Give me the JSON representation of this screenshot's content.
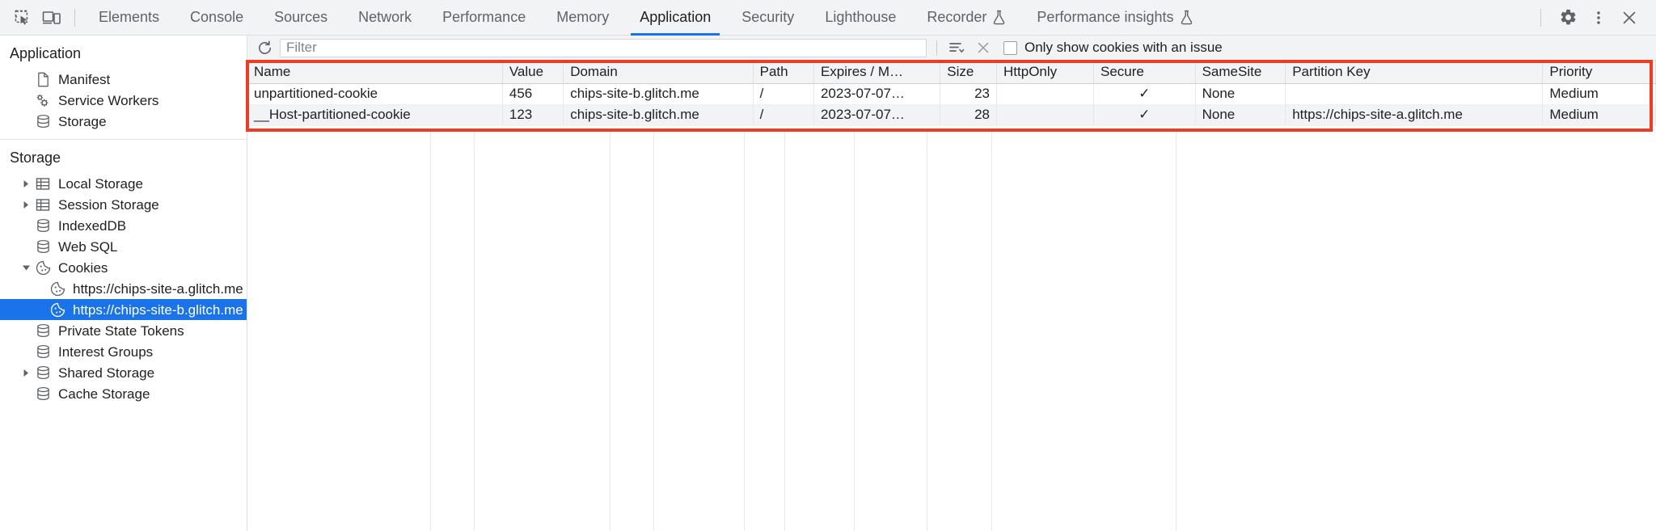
{
  "tabbar": {
    "inspect_icon": "inspect-element-icon",
    "device_icon": "device-toolbar-icon",
    "tabs": [
      {
        "label": "Elements",
        "active": false,
        "experimental": false
      },
      {
        "label": "Console",
        "active": false,
        "experimental": false
      },
      {
        "label": "Sources",
        "active": false,
        "experimental": false
      },
      {
        "label": "Network",
        "active": false,
        "experimental": false
      },
      {
        "label": "Performance",
        "active": false,
        "experimental": false
      },
      {
        "label": "Memory",
        "active": false,
        "experimental": false
      },
      {
        "label": "Application",
        "active": true,
        "experimental": false
      },
      {
        "label": "Security",
        "active": false,
        "experimental": false
      },
      {
        "label": "Lighthouse",
        "active": false,
        "experimental": false
      },
      {
        "label": "Recorder",
        "active": false,
        "experimental": true
      },
      {
        "label": "Performance insights",
        "active": false,
        "experimental": true
      }
    ],
    "settings_icon": "gear-icon",
    "more_icon": "more-options-icon",
    "close_icon": "close-icon",
    "active_underline_color": "#1a73e8"
  },
  "sidebar": {
    "application": {
      "title": "Application",
      "items": [
        {
          "label": "Manifest",
          "icon": "document-icon"
        },
        {
          "label": "Service Workers",
          "icon": "gears-icon"
        },
        {
          "label": "Storage",
          "icon": "database-icon"
        }
      ]
    },
    "storage": {
      "title": "Storage",
      "items": [
        {
          "label": "Local Storage",
          "icon": "table-icon",
          "twisty": "collapsed",
          "indent": 1,
          "selected": false
        },
        {
          "label": "Session Storage",
          "icon": "table-icon",
          "twisty": "collapsed",
          "indent": 1,
          "selected": false
        },
        {
          "label": "IndexedDB",
          "icon": "database-icon",
          "twisty": "none",
          "indent": 1,
          "selected": false
        },
        {
          "label": "Web SQL",
          "icon": "database-icon",
          "twisty": "none",
          "indent": 1,
          "selected": false
        },
        {
          "label": "Cookies",
          "icon": "cookie-icon",
          "twisty": "expanded",
          "indent": 1,
          "selected": false
        },
        {
          "label": "https://chips-site-a.glitch.me",
          "icon": "cookie-icon",
          "twisty": "none",
          "indent": 2,
          "selected": false
        },
        {
          "label": "https://chips-site-b.glitch.me",
          "icon": "cookie-icon",
          "twisty": "none",
          "indent": 2,
          "selected": true
        },
        {
          "label": "Private State Tokens",
          "icon": "database-icon",
          "twisty": "none",
          "indent": 1,
          "selected": false
        },
        {
          "label": "Interest Groups",
          "icon": "database-icon",
          "twisty": "none",
          "indent": 1,
          "selected": false
        },
        {
          "label": "Shared Storage",
          "icon": "database-icon",
          "twisty": "collapsed",
          "indent": 1,
          "selected": false
        },
        {
          "label": "Cache Storage",
          "icon": "database-icon",
          "twisty": "none",
          "indent": 1,
          "selected": false
        }
      ],
      "selected_bg": "#1a73e8"
    }
  },
  "toolbar": {
    "refresh_icon": "refresh-icon",
    "filter_placeholder": "Filter",
    "filter_value": "",
    "clear_filter_icon": "clear-filter-icon",
    "clear_all_icon": "clear-all-cookies-icon",
    "issue_checkbox_label": "Only show cookies with an issue",
    "issue_checkbox_checked": false
  },
  "table": {
    "columns": [
      "Name",
      "Value",
      "Domain",
      "Path",
      "Expires / M…",
      "Size",
      "HttpOnly",
      "Secure",
      "SameSite",
      "Partition Key",
      "Priority"
    ],
    "rows": [
      {
        "name": "unpartitioned-cookie",
        "value": "456",
        "domain": "chips-site-b.glitch.me",
        "path": "/",
        "expires": "2023-07-07…",
        "size": "23",
        "httponly": "",
        "secure": "✓",
        "samesite": "None",
        "partition_key": "",
        "priority": "Medium"
      },
      {
        "name": "__Host-partitioned-cookie",
        "value": "123",
        "domain": "chips-site-b.glitch.me",
        "path": "/",
        "expires": "2023-07-07…",
        "size": "28",
        "httponly": "",
        "secure": "✓",
        "samesite": "None",
        "partition_key": "https://chips-site-a.glitch.me",
        "priority": "Medium"
      }
    ]
  },
  "annotation": {
    "color": "#ee3b24",
    "shape": "rectangle-highlight"
  }
}
